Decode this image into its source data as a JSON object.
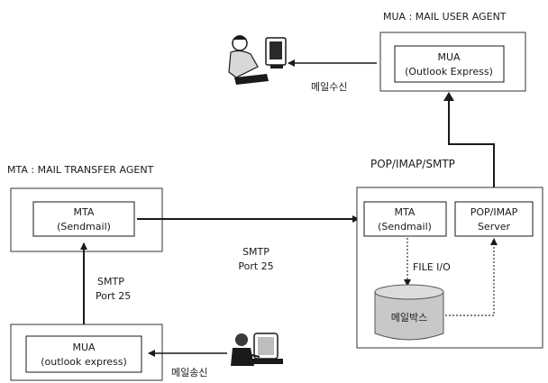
{
  "colors": {
    "line": "#1a1a1a",
    "box_border": "#333333",
    "mailbox_fill": "#c8c8c8",
    "background": "#ffffff"
  },
  "top_right": {
    "caption": "MUA : MAIL USER AGENT",
    "box_line1": "MUA",
    "box_line2": "(Outlook Express)",
    "arrow_label": "메일수신"
  },
  "left": {
    "caption": "MTA : MAIL TRANSFER AGENT",
    "mta_line1": "MTA",
    "mta_line2": "(Sendmail)",
    "smtp_line1": "SMTP",
    "smtp_line2": "Port 25"
  },
  "bottom_left": {
    "box_line1": "MUA",
    "box_line2": "(outlook express)",
    "arrow_label": "메일송신"
  },
  "middle": {
    "smtp_line1": "SMTP",
    "smtp_line2": "Port 25"
  },
  "server": {
    "caption": "POP/IMAP/SMTP",
    "mta_line1": "MTA",
    "mta_line2": "(Sendmail)",
    "pop_line1": "POP/IMAP",
    "pop_line2": "Server",
    "file_io_label": "FILE I/O",
    "mailbox_label": "메일박스"
  },
  "icons": {
    "receiver": "person-at-computer-icon",
    "sender": "person-at-computer-icon",
    "mailbox": "database-cylinder-icon"
  }
}
